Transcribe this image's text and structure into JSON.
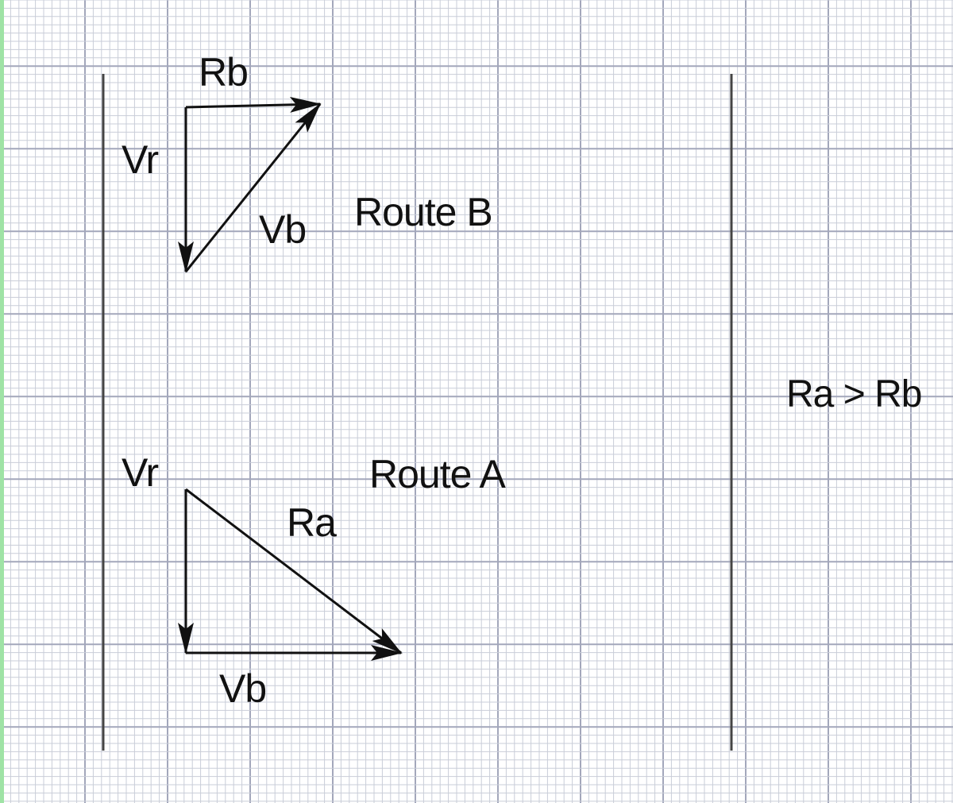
{
  "colors": {
    "background": "#ffffff",
    "grid_minor": "#c9cdd8",
    "grid_major": "#a3a7bb",
    "left_edge": "#9fe3a5",
    "ink": "#111111",
    "bank_line": "#444444"
  },
  "route_b": {
    "title": "Route B",
    "vr_label": "Vr",
    "rb_label": "Rb",
    "vb_label": "Vb"
  },
  "route_a": {
    "title": "Route A",
    "vr_label": "Vr",
    "ra_label": "Ra",
    "vb_label": "Vb"
  },
  "conclusion": "Ra > Rb"
}
